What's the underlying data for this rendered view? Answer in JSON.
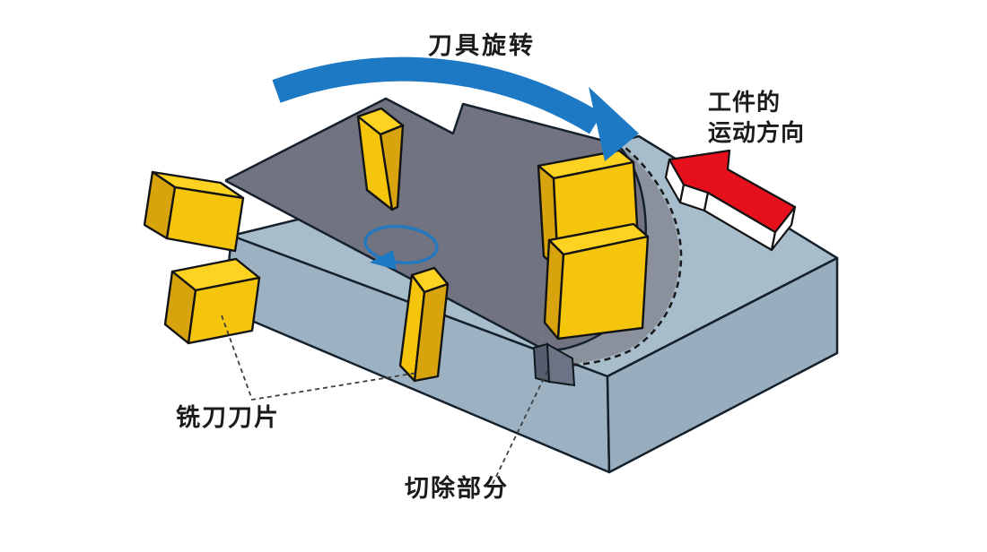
{
  "diagram": {
    "type": "face-milling-process-diagram",
    "labels": {
      "tool_rotation": "刀具旋转",
      "workpiece_direction": [
        "工件的",
        "运动方向"
      ],
      "cutter_inserts": "铣刀刀片",
      "removed_section": "切除部分"
    },
    "colors": {
      "workpiece-top": "#a8bdcb",
      "workpiece-front": "#9cb2c2",
      "workpiece-right": "#98adbd",
      "machined-floor": "#717380",
      "cut-band": "#8b919c",
      "step-dark": "#545e6e",
      "step-mid": "#6b7384",
      "insert-top": "#fdd220",
      "insert-face": "#f4c50a",
      "insert-side": "#d7a40d",
      "rotation-arrow": "#1d79c4",
      "feed-arrow": "#e5101b",
      "leader-line": "#3f3f3f",
      "outline": "#14212c"
    }
  }
}
